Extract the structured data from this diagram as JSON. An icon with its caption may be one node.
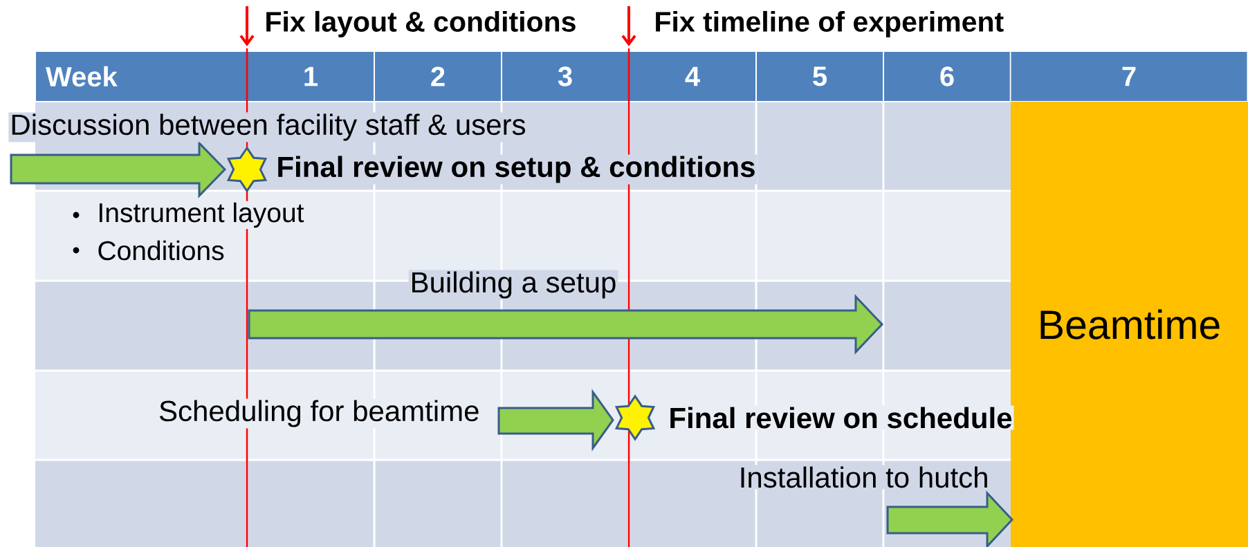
{
  "diagram": {
    "nodes": [
      {
        "text": [
          "Week"
        ]
      },
      {
        "text": [
          "1"
        ]
      },
      {
        "text": [
          "2"
        ]
      },
      {
        "text": [
          "3"
        ]
      },
      {
        "text": [
          "4"
        ]
      },
      {
        "text": [
          "5"
        ]
      },
      {
        "text": [
          "6"
        ]
      },
      {
        "text": [
          "7"
        ]
      },
      {
        "text": [
          "Beamtime"
        ]
      },
      {
        "text": [],
        "shape": "arrow",
        "beside": [
          "Discussion between facility staff & users"
        ]
      },
      {
        "text": [],
        "shape": "star",
        "beside": [
          "Final review on setup & conditions"
        ]
      },
      {
        "text": [],
        "shape": "arrow",
        "beside": [
          "Building a setup"
        ]
      },
      {
        "text": [],
        "shape": "arrow",
        "beside": [
          "Scheduling for beamtime"
        ]
      },
      {
        "text": [],
        "shape": "star",
        "beside": [
          "Final review on schedule"
        ]
      },
      {
        "text": [],
        "shape": "arrow",
        "beside": [
          "Installation to hutch"
        ]
      }
    ],
    "labels": [
      "Fix layout & conditions",
      "Fix timeline of experiment",
      "Instrument layout",
      "Conditions"
    ]
  }
}
